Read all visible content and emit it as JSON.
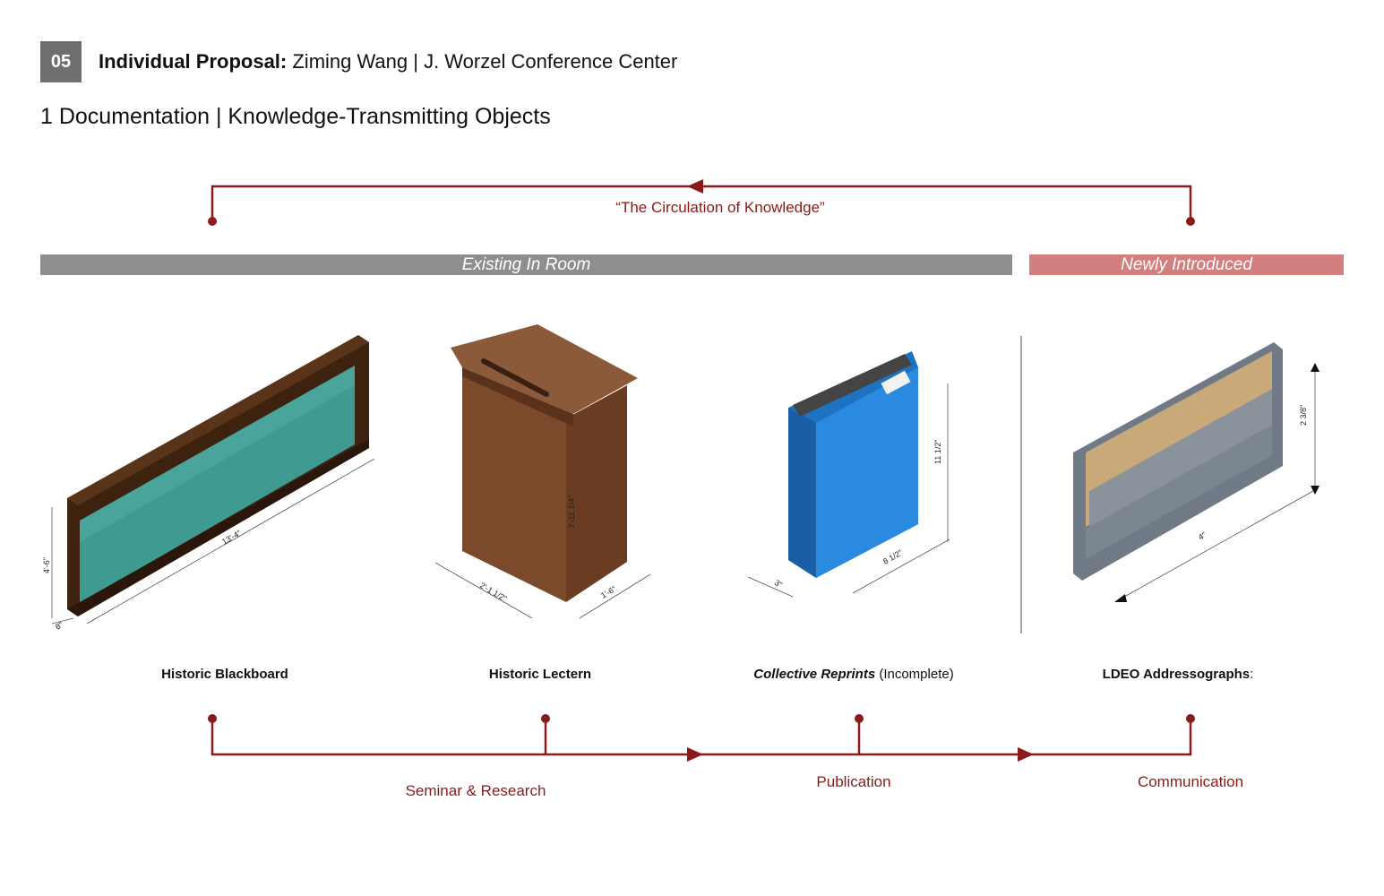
{
  "header": {
    "number": "05",
    "title_bold": "Individual Proposal:",
    "title_rest": " Ziming Wang | J. Worzel Conference Center"
  },
  "section_title": "1 Documentation | Knowledge-Transmitting Objects",
  "circulation_label": "“The Circulation of Knowledge”",
  "bands": {
    "existing": "Existing In Room",
    "new": "Newly Introduced"
  },
  "objects": [
    {
      "name_bold": "Historic Blackboard",
      "name_rest": "",
      "dims": [
        "13'-4\"",
        "4'-6\"",
        "8\""
      ]
    },
    {
      "name_bold": "Historic Lectern",
      "name_rest": "",
      "dims": [
        "3'-11 1/4\"",
        "2'-1 1/2\"",
        "1'-6\""
      ]
    },
    {
      "name_bold": "Collective Reprints",
      "name_rest": " (Incomplete)",
      "dims": [
        "11 1/2\"",
        "8 1/2\"",
        "3\""
      ]
    },
    {
      "name_bold": "LDEO Addressographs",
      "name_rest": ":",
      "dims": [
        "2 3/8\"",
        "4\""
      ]
    }
  ],
  "flow_labels": [
    "Seminar & Research",
    "Publication",
    "Communication"
  ],
  "colors": {
    "accent_red": "#8b1a1a",
    "band_grey": "#8e8e8e",
    "band_pink": "#d27f7f",
    "badge_grey": "#6f6f6f"
  }
}
